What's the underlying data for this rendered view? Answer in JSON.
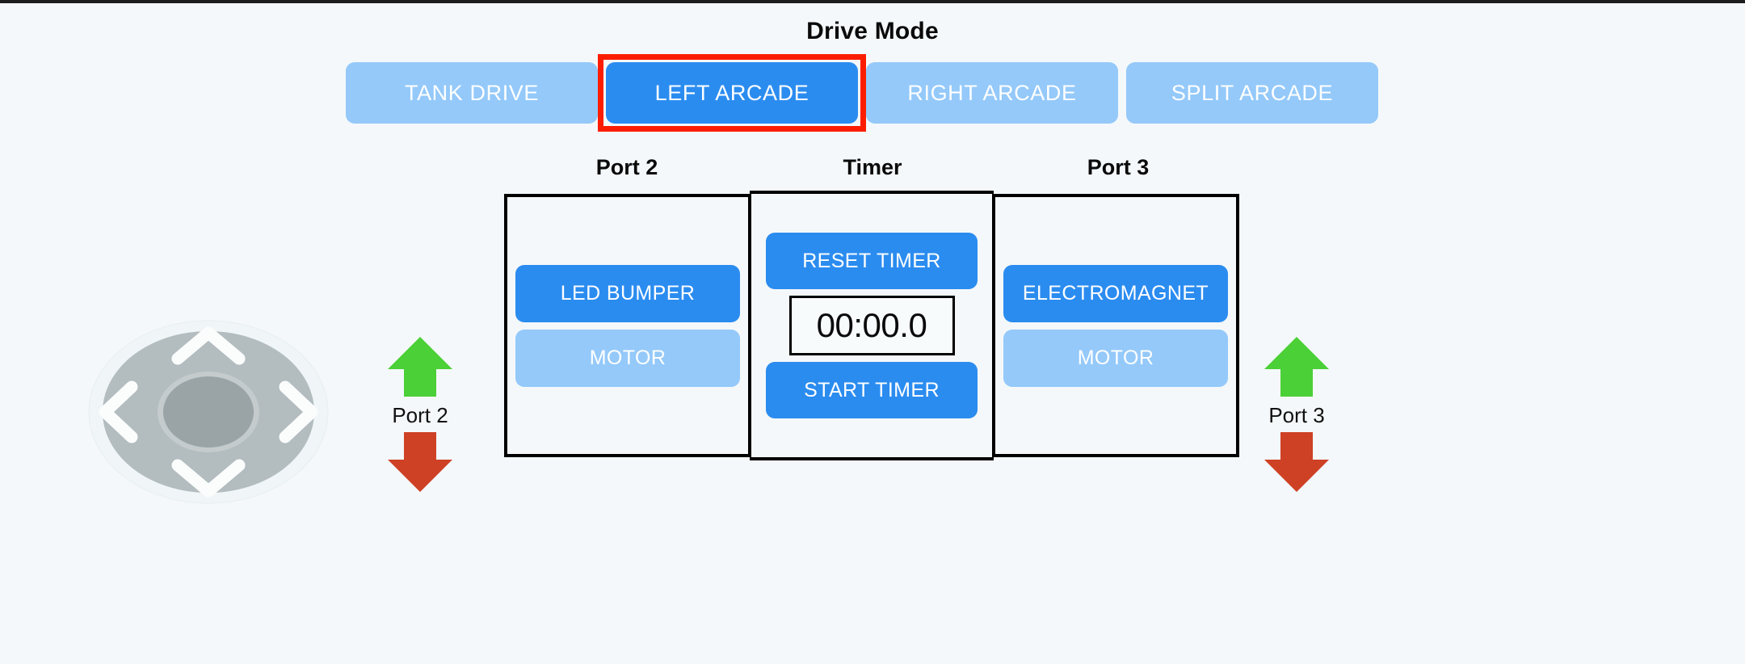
{
  "header": {
    "title": "Drive Mode"
  },
  "drive_modes": {
    "selected": "LEFT ARCADE",
    "options": [
      {
        "label": "TANK DRIVE",
        "active": false
      },
      {
        "label": "LEFT ARCADE",
        "active": true
      },
      {
        "label": "RIGHT ARCADE",
        "active": false
      },
      {
        "label": "SPLIT ARCADE",
        "active": false
      }
    ]
  },
  "columns": {
    "headings": [
      "Port 2",
      "Timer",
      "Port 3"
    ]
  },
  "port2": {
    "heading": "Port 2",
    "buttons": [
      {
        "label": "LED BUMPER",
        "state": "primary"
      },
      {
        "label": "MOTOR",
        "state": "muted"
      }
    ]
  },
  "timer": {
    "heading": "Timer",
    "reset_label": "RESET TIMER",
    "display": "00:00.0",
    "start_label": "START TIMER"
  },
  "port3": {
    "heading": "Port 3",
    "buttons": [
      {
        "label": "ELECTROMAGNET",
        "state": "primary"
      },
      {
        "label": "MOTOR",
        "state": "muted"
      }
    ]
  },
  "left_arrows": {
    "label": "Port 2",
    "up_icon": "arrow-up-icon",
    "down_icon": "arrow-down-icon"
  },
  "right_arrows": {
    "label": "Port 3",
    "up_icon": "arrow-up-icon",
    "down_icon": "arrow-down-icon"
  },
  "dpad": {
    "icon": "dpad-joystick-icon",
    "directions": [
      "up",
      "right",
      "down",
      "left"
    ]
  },
  "colors": {
    "background": "#f4f8fa",
    "accent_active": "#2b8cf0",
    "accent_muted": "#94c9fa",
    "selection_outline": "#fc1d00",
    "arrow_up_green": "#4bd037",
    "arrow_down_red": "#ce4125",
    "dpad_ring": "#b3bcbf",
    "dpad_center": "#9aa3a6",
    "panel_border": "#000000",
    "text_dark": "#0a0a0a"
  }
}
